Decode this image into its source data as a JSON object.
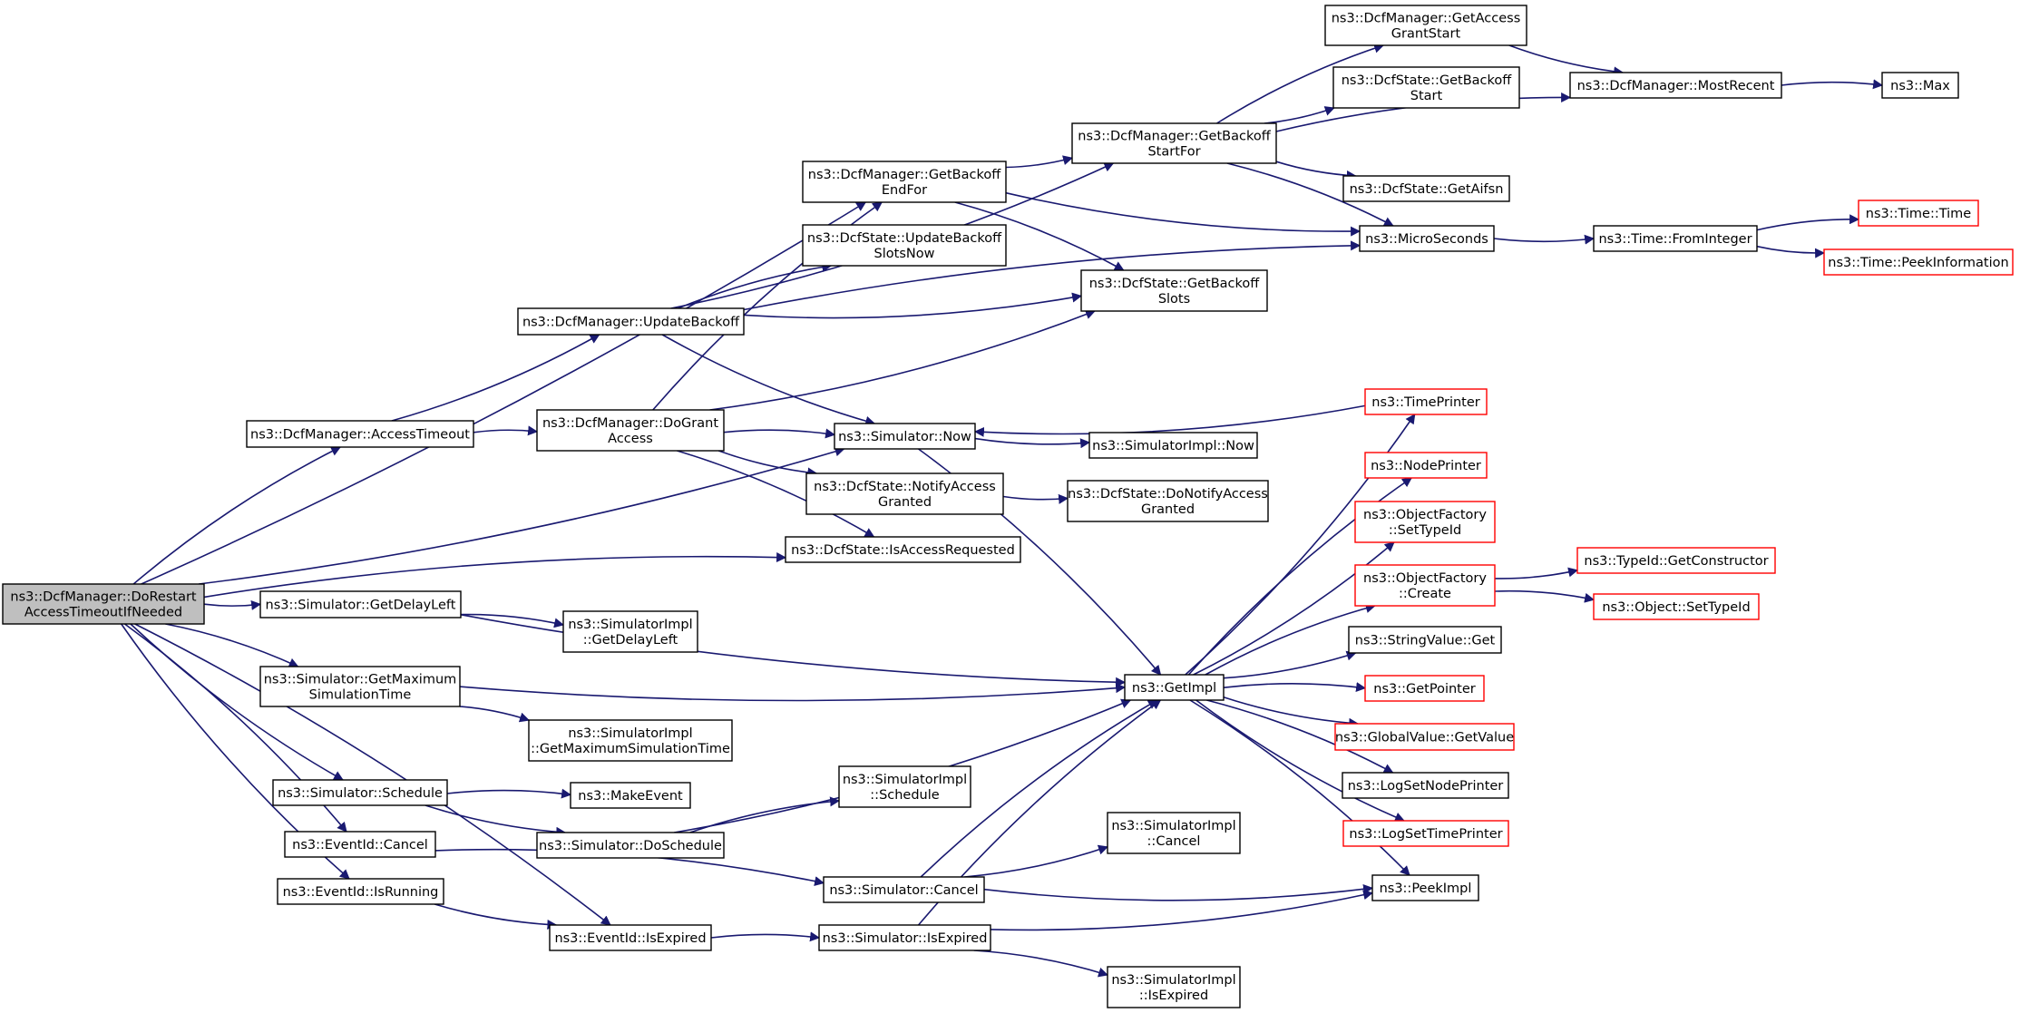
{
  "colors": {
    "edge": "#191970",
    "root_fill": "#bfbfbf",
    "node_border": "#000000",
    "truncated_border": "#ff0000"
  },
  "nodes": [
    {
      "id": "doRestart",
      "lines": [
        "ns3::DcfManager::DoRestart",
        "AccessTimeoutIfNeeded"
      ],
      "kind": "root"
    },
    {
      "id": "accessTimeout",
      "lines": [
        "ns3::DcfManager::AccessTimeout"
      ],
      "kind": "normal"
    },
    {
      "id": "updateBackoff",
      "lines": [
        "ns3::DcfManager::UpdateBackoff"
      ],
      "kind": "normal"
    },
    {
      "id": "doGrantAccess",
      "lines": [
        "ns3::DcfManager::DoGrant",
        "Access"
      ],
      "kind": "normal"
    },
    {
      "id": "getBackoffEndFor",
      "lines": [
        "ns3::DcfManager::GetBackoff",
        "EndFor"
      ],
      "kind": "normal"
    },
    {
      "id": "getBackoffStartFor",
      "lines": [
        "ns3::DcfManager::GetBackoff",
        "StartFor"
      ],
      "kind": "normal"
    },
    {
      "id": "getAccessGrantStart",
      "lines": [
        "ns3::DcfManager::GetAccess",
        "GrantStart"
      ],
      "kind": "normal"
    },
    {
      "id": "mostRecent",
      "lines": [
        "ns3::DcfManager::MostRecent"
      ],
      "kind": "normal"
    },
    {
      "id": "max",
      "lines": [
        "ns3::Max"
      ],
      "kind": "normal"
    },
    {
      "id": "getBackoffStart",
      "lines": [
        "ns3::DcfState::GetBackoff",
        "Start"
      ],
      "kind": "normal"
    },
    {
      "id": "getAifsn",
      "lines": [
        "ns3::DcfState::GetAifsn"
      ],
      "kind": "normal"
    },
    {
      "id": "microSeconds",
      "lines": [
        "ns3::MicroSeconds"
      ],
      "kind": "normal"
    },
    {
      "id": "fromInteger",
      "lines": [
        "ns3::Time::FromInteger"
      ],
      "kind": "normal"
    },
    {
      "id": "time",
      "lines": [
        "ns3::Time::Time"
      ],
      "kind": "truncated"
    },
    {
      "id": "peekInformation",
      "lines": [
        "ns3::Time::PeekInformation"
      ],
      "kind": "truncated"
    },
    {
      "id": "updateBackoffSlotsNow",
      "lines": [
        "ns3::DcfState::UpdateBackoff",
        "SlotsNow"
      ],
      "kind": "normal"
    },
    {
      "id": "getBackoffSlots",
      "lines": [
        "ns3::DcfState::GetBackoff",
        "Slots"
      ],
      "kind": "normal"
    },
    {
      "id": "simNow",
      "lines": [
        "ns3::Simulator::Now"
      ],
      "kind": "normal"
    },
    {
      "id": "simImplNow",
      "lines": [
        "ns3::SimulatorImpl::Now"
      ],
      "kind": "normal"
    },
    {
      "id": "notifyAccessGranted",
      "lines": [
        "ns3::DcfState::NotifyAccess",
        "Granted"
      ],
      "kind": "normal"
    },
    {
      "id": "doNotifyAccessGranted",
      "lines": [
        "ns3::DcfState::DoNotifyAccess",
        "Granted"
      ],
      "kind": "normal"
    },
    {
      "id": "isAccessRequested",
      "lines": [
        "ns3::DcfState::IsAccessRequested"
      ],
      "kind": "normal"
    },
    {
      "id": "timePrinter",
      "lines": [
        "ns3::TimePrinter"
      ],
      "kind": "truncated"
    },
    {
      "id": "nodePrinter",
      "lines": [
        "ns3::NodePrinter"
      ],
      "kind": "truncated"
    },
    {
      "id": "setTypeId",
      "lines": [
        "ns3::ObjectFactory",
        "::SetTypeId"
      ],
      "kind": "truncated"
    },
    {
      "id": "ofCreate",
      "lines": [
        "ns3::ObjectFactory",
        "::Create"
      ],
      "kind": "truncated"
    },
    {
      "id": "getConstructor",
      "lines": [
        "ns3::TypeId::GetConstructor"
      ],
      "kind": "truncated"
    },
    {
      "id": "objSetTypeId",
      "lines": [
        "ns3::Object::SetTypeId"
      ],
      "kind": "truncated"
    },
    {
      "id": "getDelayLeft",
      "lines": [
        "ns3::Simulator::GetDelayLeft"
      ],
      "kind": "normal"
    },
    {
      "id": "implGetDelayLeft",
      "lines": [
        "ns3::SimulatorImpl",
        "::GetDelayLeft"
      ],
      "kind": "normal"
    },
    {
      "id": "getImpl",
      "lines": [
        "ns3::GetImpl"
      ],
      "kind": "normal"
    },
    {
      "id": "stringValueGet",
      "lines": [
        "ns3::StringValue::Get"
      ],
      "kind": "normal"
    },
    {
      "id": "getPointer",
      "lines": [
        "ns3::GetPointer"
      ],
      "kind": "truncated"
    },
    {
      "id": "globalValueGet",
      "lines": [
        "ns3::GlobalValue::GetValue"
      ],
      "kind": "truncated"
    },
    {
      "id": "logSetNodePrinter",
      "lines": [
        "ns3::LogSetNodePrinter"
      ],
      "kind": "normal"
    },
    {
      "id": "logSetTimePrinter",
      "lines": [
        "ns3::LogSetTimePrinter"
      ],
      "kind": "truncated"
    },
    {
      "id": "getMaxSimTime",
      "lines": [
        "ns3::Simulator::GetMaximum",
        "SimulationTime"
      ],
      "kind": "normal"
    },
    {
      "id": "implGetMaxSimTime",
      "lines": [
        "ns3::SimulatorImpl",
        "::GetMaximumSimulationTime"
      ],
      "kind": "normal"
    },
    {
      "id": "schedule",
      "lines": [
        "ns3::Simulator::Schedule"
      ],
      "kind": "normal"
    },
    {
      "id": "makeEvent",
      "lines": [
        "ns3::MakeEvent"
      ],
      "kind": "normal"
    },
    {
      "id": "implSchedule",
      "lines": [
        "ns3::SimulatorImpl",
        "::Schedule"
      ],
      "kind": "normal"
    },
    {
      "id": "doSchedule",
      "lines": [
        "ns3::Simulator::DoSchedule"
      ],
      "kind": "normal"
    },
    {
      "id": "eventCancel",
      "lines": [
        "ns3::EventId::Cancel"
      ],
      "kind": "normal"
    },
    {
      "id": "implCancel",
      "lines": [
        "ns3::SimulatorImpl",
        "::Cancel"
      ],
      "kind": "normal"
    },
    {
      "id": "simCancel",
      "lines": [
        "ns3::Simulator::Cancel"
      ],
      "kind": "normal"
    },
    {
      "id": "peekImpl",
      "lines": [
        "ns3::PeekImpl"
      ],
      "kind": "normal"
    },
    {
      "id": "eventIsRunning",
      "lines": [
        "ns3::EventId::IsRunning"
      ],
      "kind": "normal"
    },
    {
      "id": "eventIsExpired",
      "lines": [
        "ns3::EventId::IsExpired"
      ],
      "kind": "normal"
    },
    {
      "id": "simIsExpired",
      "lines": [
        "ns3::Simulator::IsExpired"
      ],
      "kind": "normal"
    },
    {
      "id": "implIsExpired",
      "lines": [
        "ns3::SimulatorImpl",
        "::IsExpired"
      ],
      "kind": "normal"
    }
  ],
  "edges": [
    [
      "doRestart",
      "getBackoffEndFor"
    ],
    [
      "doRestart",
      "accessTimeout"
    ],
    [
      "doRestart",
      "simNow"
    ],
    [
      "doRestart",
      "isAccessRequested"
    ],
    [
      "doRestart",
      "getDelayLeft"
    ],
    [
      "doRestart",
      "getMaxSimTime"
    ],
    [
      "doRestart",
      "schedule"
    ],
    [
      "doRestart",
      "eventCancel"
    ],
    [
      "doRestart",
      "eventIsRunning"
    ],
    [
      "doRestart",
      "eventIsExpired"
    ],
    [
      "accessTimeout",
      "updateBackoff"
    ],
    [
      "accessTimeout",
      "doGrantAccess"
    ],
    [
      "updateBackoff",
      "getBackoffStartFor"
    ],
    [
      "updateBackoff",
      "updateBackoffSlotsNow"
    ],
    [
      "updateBackoff",
      "getBackoffSlots"
    ],
    [
      "updateBackoff",
      "microSeconds"
    ],
    [
      "updateBackoff",
      "simNow"
    ],
    [
      "doGrantAccess",
      "getBackoffEndFor"
    ],
    [
      "doGrantAccess",
      "getBackoffSlots"
    ],
    [
      "doGrantAccess",
      "simNow"
    ],
    [
      "doGrantAccess",
      "notifyAccessGranted"
    ],
    [
      "doGrantAccess",
      "isAccessRequested"
    ],
    [
      "getBackoffEndFor",
      "getBackoffStartFor"
    ],
    [
      "getBackoffEndFor",
      "getBackoffSlots"
    ],
    [
      "getBackoffEndFor",
      "microSeconds"
    ],
    [
      "getBackoffStartFor",
      "getAccessGrantStart"
    ],
    [
      "getBackoffStartFor",
      "getBackoffStart"
    ],
    [
      "getBackoffStartFor",
      "mostRecent"
    ],
    [
      "getBackoffStartFor",
      "getAifsn"
    ],
    [
      "getBackoffStartFor",
      "microSeconds"
    ],
    [
      "getAccessGrantStart",
      "mostRecent"
    ],
    [
      "mostRecent",
      "max"
    ],
    [
      "microSeconds",
      "fromInteger"
    ],
    [
      "fromInteger",
      "time"
    ],
    [
      "fromInteger",
      "peekInformation"
    ],
    [
      "timePrinter",
      "simNow"
    ],
    [
      "simNow",
      "simImplNow"
    ],
    [
      "simNow",
      "getImpl"
    ],
    [
      "notifyAccessGranted",
      "doNotifyAccessGranted"
    ],
    [
      "getDelayLeft",
      "implGetDelayLeft"
    ],
    [
      "getDelayLeft",
      "getImpl"
    ],
    [
      "getMaxSimTime",
      "implGetMaxSimTime"
    ],
    [
      "getMaxSimTime",
      "getImpl"
    ],
    [
      "schedule",
      "makeEvent"
    ],
    [
      "schedule",
      "doSchedule"
    ],
    [
      "doSchedule",
      "implSchedule"
    ],
    [
      "doSchedule",
      "getImpl"
    ],
    [
      "eventCancel",
      "simCancel"
    ],
    [
      "eventIsRunning",
      "eventIsExpired"
    ],
    [
      "eventIsExpired",
      "simIsExpired"
    ],
    [
      "simCancel",
      "implCancel"
    ],
    [
      "simCancel",
      "getImpl"
    ],
    [
      "simCancel",
      "peekImpl"
    ],
    [
      "simIsExpired",
      "getImpl"
    ],
    [
      "simIsExpired",
      "peekImpl"
    ],
    [
      "simIsExpired",
      "implIsExpired"
    ],
    [
      "getImpl",
      "timePrinter"
    ],
    [
      "getImpl",
      "nodePrinter"
    ],
    [
      "getImpl",
      "setTypeId"
    ],
    [
      "getImpl",
      "ofCreate"
    ],
    [
      "getImpl",
      "stringValueGet"
    ],
    [
      "getImpl",
      "getPointer"
    ],
    [
      "getImpl",
      "globalValueGet"
    ],
    [
      "getImpl",
      "logSetNodePrinter"
    ],
    [
      "getImpl",
      "logSetTimePrinter"
    ],
    [
      "getImpl",
      "peekImpl"
    ],
    [
      "ofCreate",
      "getConstructor"
    ],
    [
      "ofCreate",
      "objSetTypeId"
    ]
  ]
}
